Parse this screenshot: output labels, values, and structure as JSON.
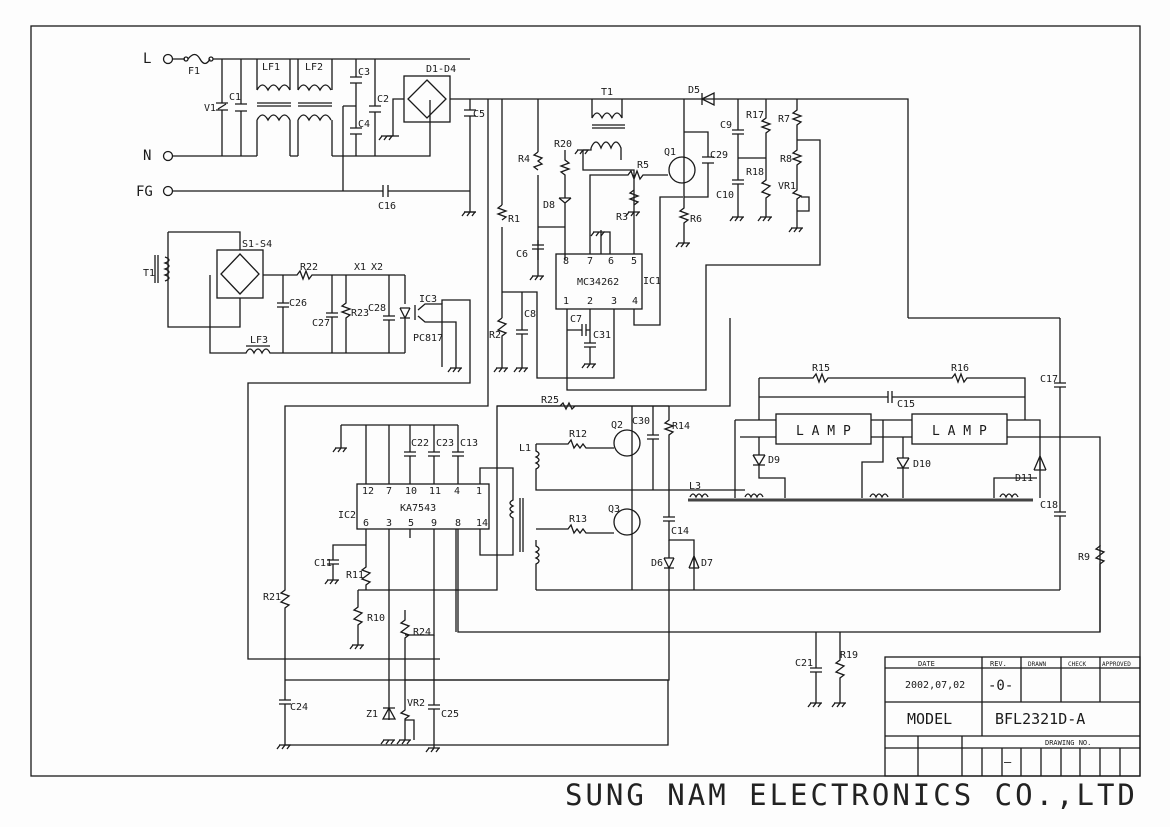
{
  "terminals": {
    "L": "L",
    "N": "N",
    "FG": "FG"
  },
  "labels": {
    "F1": "F1",
    "V1": "V1",
    "C1": "C1",
    "LF1": "LF1",
    "LF2": "LF2",
    "C3": "C3",
    "C2": "C2",
    "C4": "C4",
    "D1D4": "D1-D4",
    "C5": "C5",
    "C16": "C16",
    "T1a": "T1",
    "D5": "D5",
    "R4": "R4",
    "R20": "R20",
    "R5": "R5",
    "Q1": "Q1",
    "C29": "C29",
    "C9": "C9",
    "R17": "R17",
    "R7": "R7",
    "R8": "R8",
    "C10": "C10",
    "R18": "R18",
    "VR1": "VR1",
    "D8": "D8",
    "R1": "R1",
    "R3": "R3",
    "R6": "R6",
    "C6": "C6",
    "IC1": "IC1",
    "IC1chip": "MC34262",
    "R2": "R2",
    "C8": "C8",
    "C7": "C7",
    "C31": "C31",
    "T1b": "T1",
    "S1S4": "S1-S4",
    "R22": "R22",
    "X1": "X1",
    "X2": "X2",
    "C26": "C26",
    "C27": "C27",
    "R23": "R23",
    "C28": "C28",
    "IC3": "IC3",
    "PC817": "PC817",
    "LF3": "LF3",
    "R25": "R25",
    "C22": "C22",
    "C23": "C23",
    "C13": "C13",
    "L1": "L1",
    "R12": "R12",
    "Q2": "Q2",
    "C30": "C30",
    "R14": "R14",
    "IC2": "IC2",
    "IC2chip": "KA7543",
    "R13": "R13",
    "Q3": "Q3",
    "C14": "C14",
    "D6": "D6",
    "D7": "D7",
    "L3": "L3",
    "C11": "C11",
    "R11": "R11",
    "R10": "R10",
    "R21": "R21",
    "R24": "R24",
    "C24": "C24",
    "Z1": "Z1",
    "VR2": "VR2",
    "C25": "C25",
    "C21": "C21",
    "R19": "R19",
    "R15": "R15",
    "R16": "R16",
    "C15": "C15",
    "C17": "C17",
    "C18": "C18",
    "R9": "R9",
    "D9": "D9",
    "D10": "D10",
    "D11": "D11"
  },
  "lamps": [
    "L A M P",
    "L A M P"
  ],
  "ic1_pins": {
    "top": [
      "8",
      "7",
      "6",
      "5"
    ],
    "bottom": [
      "1",
      "2",
      "3",
      "4"
    ]
  },
  "ic2_pins": {
    "top": [
      "12",
      "7",
      "10",
      "11",
      "4",
      "1"
    ],
    "bottom": [
      "6",
      "3",
      "5",
      "9",
      "8",
      "14"
    ]
  },
  "title_block": {
    "date_header": "DATE",
    "rev_header": "REV.",
    "drawn_header": "DRAWN",
    "check_header": "CHECK",
    "approved_header": "APPROVED",
    "date": "2002,07,02",
    "rev": "-0-",
    "model_label": "MODEL",
    "model": "BFL2321D-A",
    "drawing_no_label": "DRAWING NO.",
    "drawing_no": "—"
  },
  "footer": "SUNG NAM ELECTRONICS CO.,LTD"
}
